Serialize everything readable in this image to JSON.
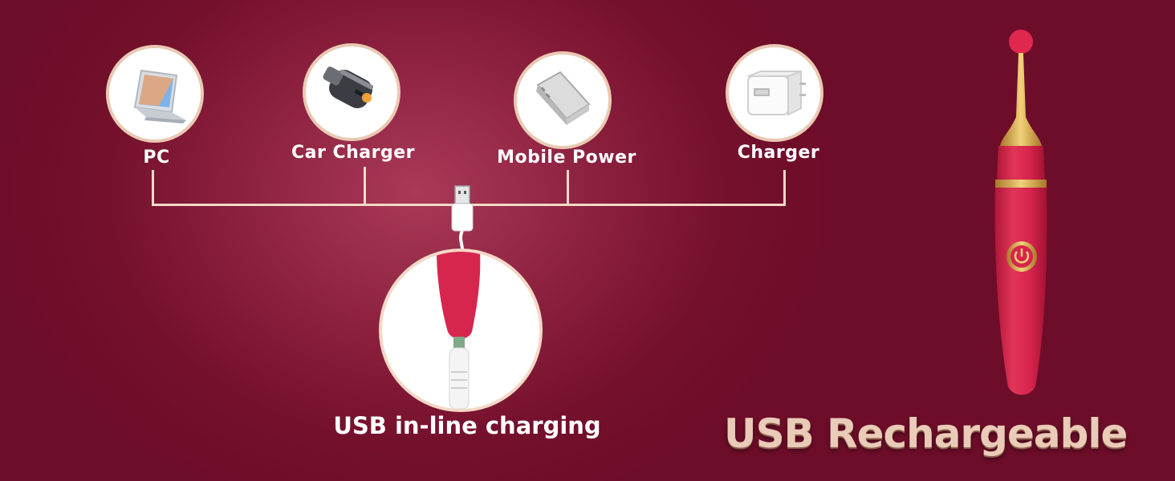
{
  "sources": [
    {
      "id": "pc",
      "label": "PC",
      "icon": "laptop-icon"
    },
    {
      "id": "car",
      "label": "Car Charger",
      "icon": "car-charger-icon"
    },
    {
      "id": "power",
      "label": "Mobile Power",
      "icon": "power-bank-icon"
    },
    {
      "id": "charger",
      "label": "Charger",
      "icon": "wall-charger-icon"
    }
  ],
  "inline_caption": "USB in-line charging",
  "headline": "USB Rechargeable",
  "colors": {
    "background": "#7a1230",
    "line": "#f1d9c7",
    "circle_border": "#e9c9b3",
    "product_red": "#d7264e",
    "gold": "#c99a3b",
    "headline": "#e9cbb8"
  }
}
